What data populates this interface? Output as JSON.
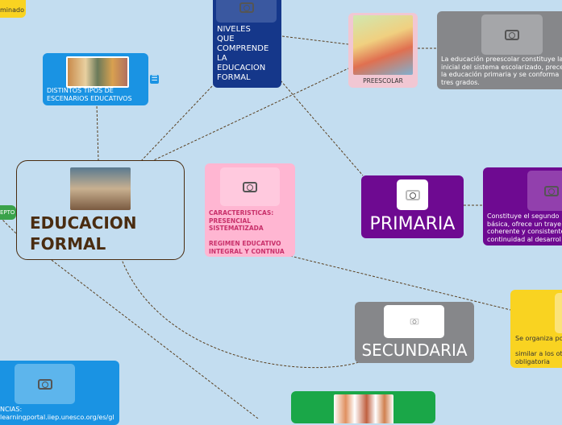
{
  "nodes": {
    "top_left_fragment": "minado",
    "concepto_fragment": "EPTO",
    "escenarios": "DISTINTOS TIPOS DE\nESCENARIOS EDUCATIVOS",
    "niveles": "NIVELES\nQUE\nCOMPRENDE\nLA\nEDUCACION\nFORMAL",
    "preescolar": "PREESCOLAR",
    "preescolar_desc": "La educación preescolar constituye la\ninicial del sistema escolarizado, prece\nla educación primaria y se conforma\ntres grados.",
    "central": "EDUCACION\nFORMAL",
    "caracteristicas": "CARACTERISTICAS:\nPRESENCIAL\nSISTEMATIZADA\n\nREGIMEN EDUCATIVO\nINTEGRAL Y CONTNUA",
    "primaria": "PRIMARIA",
    "primaria_desc": "Constituye el segundo\nbásica, ofrece un traye\ncoherente y consistente\ncontinuidad al desarrol",
    "secundaria": "SECUNDARIA",
    "secundaria_desc": "Se organiza po\n\nsimilar a los ot\nobligatoria",
    "referencias": "NCIAS:\nlearningportal.iiep.unesco.org/es/gl"
  },
  "colors": {
    "background": "#c3ddf0",
    "blue": "#1a93e3",
    "navy": "#15378a",
    "pink": "#ffb6d2",
    "purple": "#6e0a91",
    "grey": "#86878a",
    "yellow": "#f9d321",
    "green": "#1aa748"
  },
  "icons": [
    "camera-icon",
    "notes-icon"
  ]
}
